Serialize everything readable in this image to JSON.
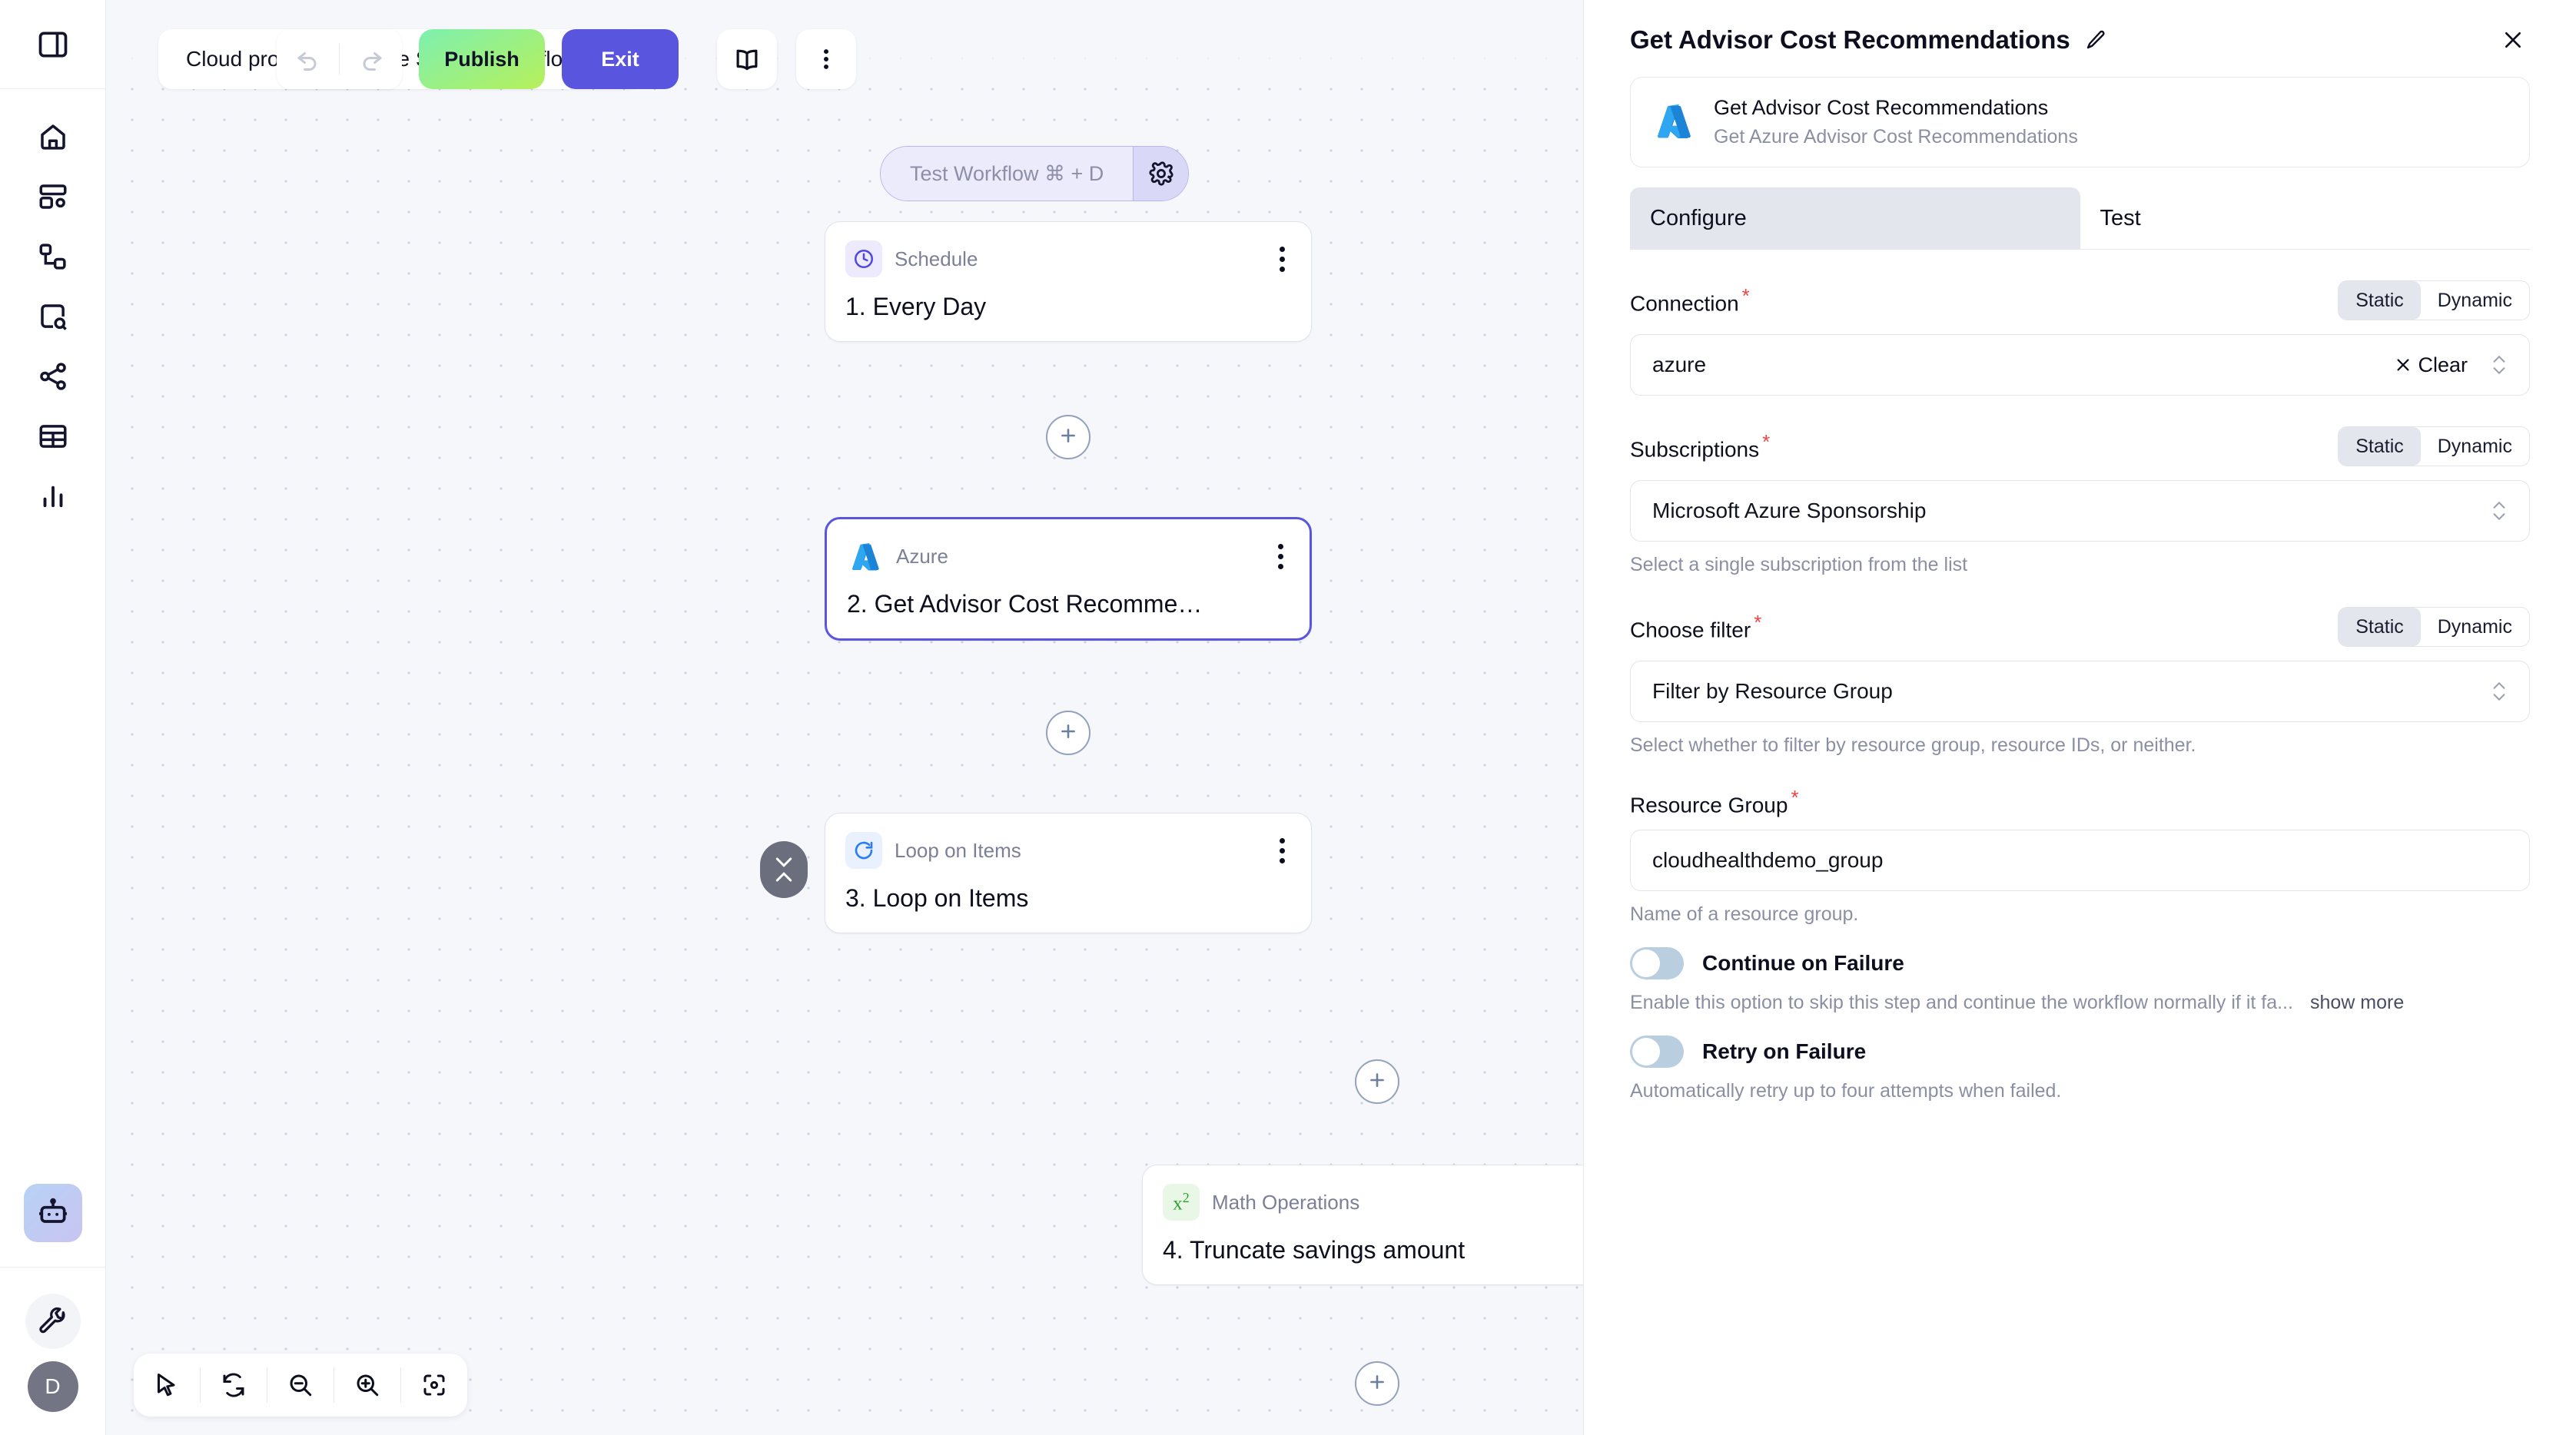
{
  "rail": {
    "toggle_sidebar": "sidebar-toggle",
    "items": [
      {
        "name": "home",
        "icon": "home-icon"
      },
      {
        "name": "dashboards",
        "icon": "dashboard-settings-icon"
      },
      {
        "name": "workflows",
        "icon": "nodes-icon"
      },
      {
        "name": "explore",
        "icon": "search-box-icon"
      },
      {
        "name": "integrations",
        "icon": "share-icon"
      },
      {
        "name": "tables",
        "icon": "table-icon"
      },
      {
        "name": "reports",
        "icon": "bar-chart-icon"
      }
    ],
    "assistant_icon": "robot-icon",
    "tools_icon": "wrench-icon",
    "avatar_initial": "D"
  },
  "toolbar": {
    "breadcrumb": "Cloud providers / Azure Sample workflow",
    "docs_icon": "book-icon",
    "more_icon": "kebab-menu-icon",
    "undo_icon": "undo-icon",
    "redo_icon": "redo-icon",
    "publish_label": "Publish",
    "exit_label": "Exit",
    "publish_color": "#b7f05a",
    "exit_color": "#5a55df"
  },
  "canvas": {
    "test_pill": {
      "label": "Test Workflow ⌘ + D",
      "gear_icon": "gear-icon"
    },
    "nodes": [
      {
        "id": "schedule",
        "type": "Schedule",
        "title": "1. Every Day",
        "icon": "clock-icon",
        "icon_bg": "#eceafc",
        "icon_color": "#4f46e5",
        "selected": false
      },
      {
        "id": "azure",
        "type": "Azure",
        "title": "2. Get Advisor Cost Recomme…",
        "icon": "azure-icon",
        "icon_bg": "transparent",
        "icon_color": "#0f8ce8",
        "selected": true
      },
      {
        "id": "loop",
        "type": "Loop on Items",
        "title": "3. Loop on Items",
        "icon": "refresh-loop-icon",
        "icon_bg": "#e9f1fe",
        "icon_color": "#2b7cf6",
        "selected": false
      },
      {
        "id": "math",
        "type": "Math Operations",
        "title": "4. Truncate savings amount",
        "icon": "x-squared-icon",
        "icon_bg": "#e8f7e6",
        "icon_color": "#2aa52a",
        "selected": false
      }
    ],
    "add_step_label": "+",
    "collapse_icon": "collapse-expand-icon",
    "zoombar": [
      {
        "name": "select-tool",
        "icon": "cursor-icon"
      },
      {
        "name": "auto-layout",
        "icon": "refresh-icon"
      },
      {
        "name": "zoom-out",
        "icon": "zoom-out-icon"
      },
      {
        "name": "zoom-in",
        "icon": "zoom-in-icon"
      },
      {
        "name": "fit-view",
        "icon": "fit-screen-icon"
      }
    ]
  },
  "panel": {
    "title": "Get Advisor Cost Recommendations",
    "edit_icon": "pencil-icon",
    "close_icon": "close-icon",
    "app": {
      "icon": "azure-icon",
      "name": "Get Advisor Cost Recommendations",
      "description": "Get Azure Advisor Cost Recommendations"
    },
    "tabs": [
      {
        "label": "Configure",
        "active": true
      },
      {
        "label": "Test",
        "active": false
      }
    ],
    "segment_options": [
      "Static",
      "Dynamic"
    ],
    "fields": [
      {
        "label": "Connection",
        "required": true,
        "mode": "Static",
        "value": "azure",
        "clear_label": "Clear",
        "has_clear": true,
        "has_stepper": true,
        "help": ""
      },
      {
        "label": "Subscriptions",
        "required": true,
        "mode": "Static",
        "value": "Microsoft Azure Sponsorship",
        "has_clear": false,
        "has_stepper": true,
        "help": "Select a single subscription from the list"
      },
      {
        "label": "Choose filter",
        "required": true,
        "mode": "Static",
        "value": "Filter by Resource Group",
        "has_clear": false,
        "has_stepper": true,
        "help": "Select whether to filter by resource group, resource IDs, or neither."
      },
      {
        "label": "Resource Group",
        "required": true,
        "mode": "",
        "value": "cloudhealthdemo_group",
        "has_clear": false,
        "has_stepper": false,
        "help": "Name of a resource group."
      }
    ],
    "toggles": [
      {
        "label": "Continue on Failure",
        "on": false,
        "help": "Enable this option to skip this step and continue the workflow normally if it fa...",
        "show_more": "show more"
      },
      {
        "label": "Retry on Failure",
        "on": false,
        "help": "Automatically retry up to four attempts when failed.",
        "show_more": ""
      }
    ]
  }
}
